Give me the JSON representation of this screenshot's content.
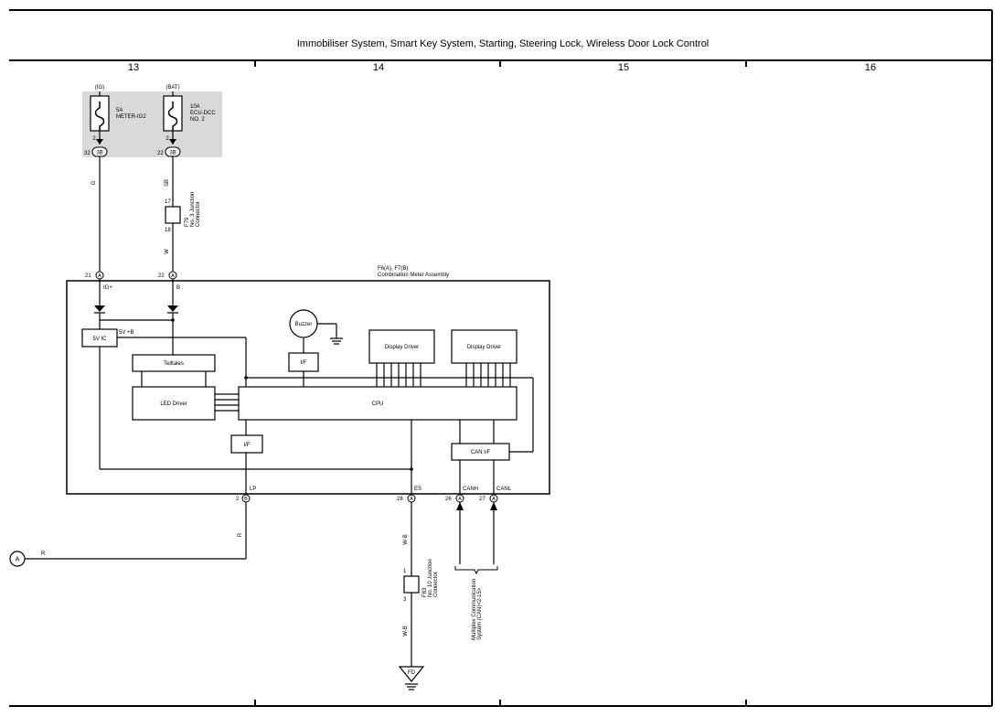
{
  "title": "Immobiliser System,  Smart Key System,  Starting,  Steering Lock,  Wireless Door Lock Control",
  "columns": [
    "13",
    "14",
    "15",
    "16"
  ],
  "fuse_ig": {
    "source": "(IG)",
    "rating": "5A",
    "name": "METER-IG2",
    "pin": "2",
    "junction": "3B",
    "junction_pin": "32"
  },
  "fuse_bat": {
    "source": "(BAT)",
    "rating": "10A",
    "name": "ECU-DCC",
    "name2": "NO. 2",
    "pin": "2",
    "junction": "3B",
    "junction_pin": "22"
  },
  "wire_g": "G",
  "wire_sb": "SB",
  "wire_w": "W",
  "wire_r": "R",
  "wire_wb": "W-B",
  "jc_f79": {
    "pin_top": "17",
    "pin_bottom": "18",
    "id": "F79",
    "line1": "No. 3 Junction",
    "line2": "Connector"
  },
  "jc_f83": {
    "pin_top": "1",
    "pin_bottom": "3",
    "id": "F83",
    "line1": "No. 10 Junction",
    "line2": "Connector"
  },
  "meter": {
    "id": "F6(A), F7(B)",
    "name": "Combination Meter Assembly"
  },
  "pins": {
    "ig": {
      "num": "21",
      "conn": "A",
      "label": "IG+"
    },
    "b": {
      "num": "22",
      "conn": "A",
      "label": "B"
    },
    "lp": {
      "num": "2",
      "conn": "B",
      "label": "LP"
    },
    "es": {
      "num": "28",
      "conn": "A",
      "label": "ES"
    },
    "canh": {
      "num": "26",
      "conn": "A",
      "label": "CANH"
    },
    "canl": {
      "num": "27",
      "conn": "A",
      "label": "CANL"
    }
  },
  "blocks": {
    "regulator": "5V IC",
    "regulator_out": "5V +B",
    "buzzer": "Buzzer",
    "if_buzzer": "I/F",
    "display1": "Display Driver",
    "display2": "Display Driver",
    "telltales": "Telltales",
    "led_driver": "LED Driver",
    "cpu": "CPU",
    "if_lp": "I/F",
    "can_if": "CAN I/F"
  },
  "connector_a": "A",
  "ground": "FD",
  "multiplex_line1": "Multiplex Communication",
  "multiplex_line2": "System (CAN)<2-15>"
}
